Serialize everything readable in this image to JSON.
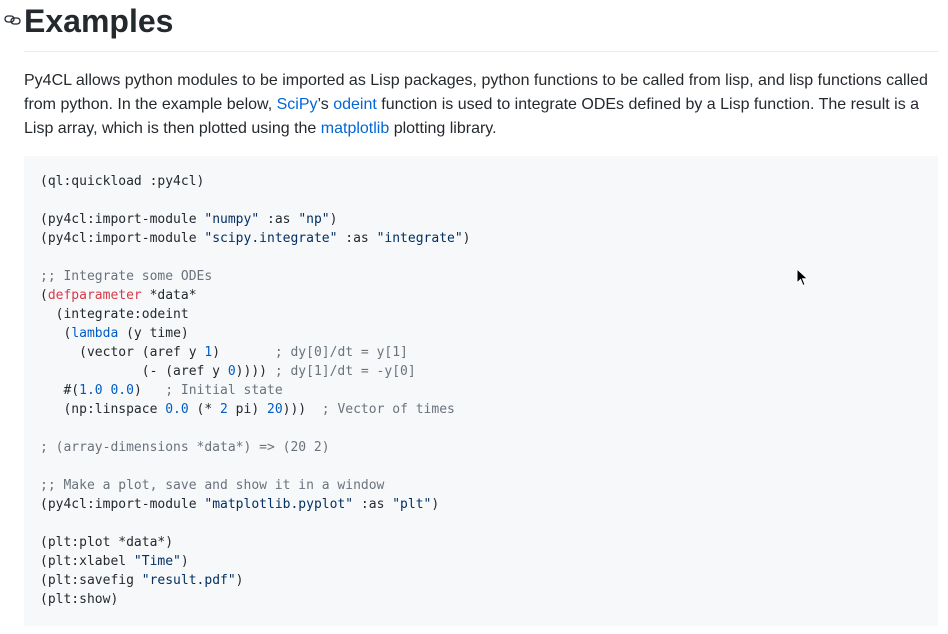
{
  "section": {
    "anchor_icon": "link-icon",
    "title": "Examples"
  },
  "intro": {
    "t1": "Py4CL allows python modules to be imported as Lisp packages, python functions to be called from lisp, and lisp functions called from python. In the example below, ",
    "link_scipy": "SciPy",
    "t2": "’s ",
    "link_odeint": "odeint",
    "t3": " function is used to integrate ODEs defined by a Lisp function. The result is a Lisp array, which is then plotted using the ",
    "link_matplotlib": "matplotlib",
    "t4": " plotting library."
  },
  "code": [
    {
      "tokens": [
        {
          "text": "(ql:quickload :py4cl)",
          "type": "plain"
        }
      ]
    },
    {
      "tokens": []
    },
    {
      "tokens": [
        {
          "text": "(py4cl:import-module ",
          "type": "plain"
        },
        {
          "text": "\"numpy\"",
          "type": "string"
        },
        {
          "text": " :as ",
          "type": "plain"
        },
        {
          "text": "\"np\"",
          "type": "string"
        },
        {
          "text": ")",
          "type": "plain"
        }
      ]
    },
    {
      "tokens": [
        {
          "text": "(py4cl:import-module ",
          "type": "plain"
        },
        {
          "text": "\"scipy.integrate\"",
          "type": "string"
        },
        {
          "text": " :as ",
          "type": "plain"
        },
        {
          "text": "\"integrate\"",
          "type": "string"
        },
        {
          "text": ")",
          "type": "plain"
        }
      ]
    },
    {
      "tokens": []
    },
    {
      "tokens": [
        {
          "text": ";; Integrate some ODEs",
          "type": "comment"
        }
      ]
    },
    {
      "tokens": [
        {
          "text": "(",
          "type": "plain"
        },
        {
          "text": "defparameter",
          "type": "keyword"
        },
        {
          "text": " *data*",
          "type": "plain"
        }
      ]
    },
    {
      "tokens": [
        {
          "text": "  (integrate:odeint",
          "type": "plain"
        }
      ]
    },
    {
      "tokens": [
        {
          "text": "   (",
          "type": "plain"
        },
        {
          "text": "lambda",
          "type": "builtin"
        },
        {
          "text": " (y time)",
          "type": "plain"
        }
      ]
    },
    {
      "tokens": [
        {
          "text": "     (vector (aref y ",
          "type": "plain"
        },
        {
          "text": "1",
          "type": "number"
        },
        {
          "text": ")       ",
          "type": "plain"
        },
        {
          "text": "; dy[0]/dt = y[1]",
          "type": "comment"
        }
      ]
    },
    {
      "tokens": [
        {
          "text": "             (- (aref y ",
          "type": "plain"
        },
        {
          "text": "0",
          "type": "number"
        },
        {
          "text": ")))) ",
          "type": "plain"
        },
        {
          "text": "; dy[1]/dt = -y[0]",
          "type": "comment"
        }
      ]
    },
    {
      "tokens": [
        {
          "text": "   #(",
          "type": "plain"
        },
        {
          "text": "1.0",
          "type": "number"
        },
        {
          "text": " ",
          "type": "plain"
        },
        {
          "text": "0.0",
          "type": "number"
        },
        {
          "text": ")   ",
          "type": "plain"
        },
        {
          "text": "; Initial state",
          "type": "comment"
        }
      ]
    },
    {
      "tokens": [
        {
          "text": "   (np:linspace ",
          "type": "plain"
        },
        {
          "text": "0.0",
          "type": "number"
        },
        {
          "text": " (* ",
          "type": "plain"
        },
        {
          "text": "2",
          "type": "number"
        },
        {
          "text": " pi) ",
          "type": "plain"
        },
        {
          "text": "20",
          "type": "number"
        },
        {
          "text": ")))  ",
          "type": "plain"
        },
        {
          "text": "; Vector of times",
          "type": "comment"
        }
      ]
    },
    {
      "tokens": []
    },
    {
      "tokens": [
        {
          "text": "; (array-dimensions *data*) => (20 2)",
          "type": "comment"
        }
      ]
    },
    {
      "tokens": []
    },
    {
      "tokens": [
        {
          "text": ";; Make a plot, save and show it in a window",
          "type": "comment"
        }
      ]
    },
    {
      "tokens": [
        {
          "text": "(py4cl:import-module ",
          "type": "plain"
        },
        {
          "text": "\"matplotlib.pyplot\"",
          "type": "string"
        },
        {
          "text": " :as ",
          "type": "plain"
        },
        {
          "text": "\"plt\"",
          "type": "string"
        },
        {
          "text": ")",
          "type": "plain"
        }
      ]
    },
    {
      "tokens": []
    },
    {
      "tokens": [
        {
          "text": "(plt:plot *data*)",
          "type": "plain"
        }
      ]
    },
    {
      "tokens": [
        {
          "text": "(plt:xlabel ",
          "type": "plain"
        },
        {
          "text": "\"Time\"",
          "type": "string"
        },
        {
          "text": ")",
          "type": "plain"
        }
      ]
    },
    {
      "tokens": [
        {
          "text": "(plt:savefig ",
          "type": "plain"
        },
        {
          "text": "\"result.pdf\"",
          "type": "string"
        },
        {
          "text": ")",
          "type": "plain"
        }
      ]
    },
    {
      "tokens": [
        {
          "text": "(plt:show)",
          "type": "plain"
        }
      ]
    }
  ],
  "colors": {
    "link": "#0366d6",
    "string": "#032f62",
    "keyword": "#d73a49",
    "number": "#005cc5",
    "comment": "#6a737d",
    "code_bg": "#f6f8fa"
  },
  "cursor": {
    "icon": "mouse-pointer-icon"
  }
}
